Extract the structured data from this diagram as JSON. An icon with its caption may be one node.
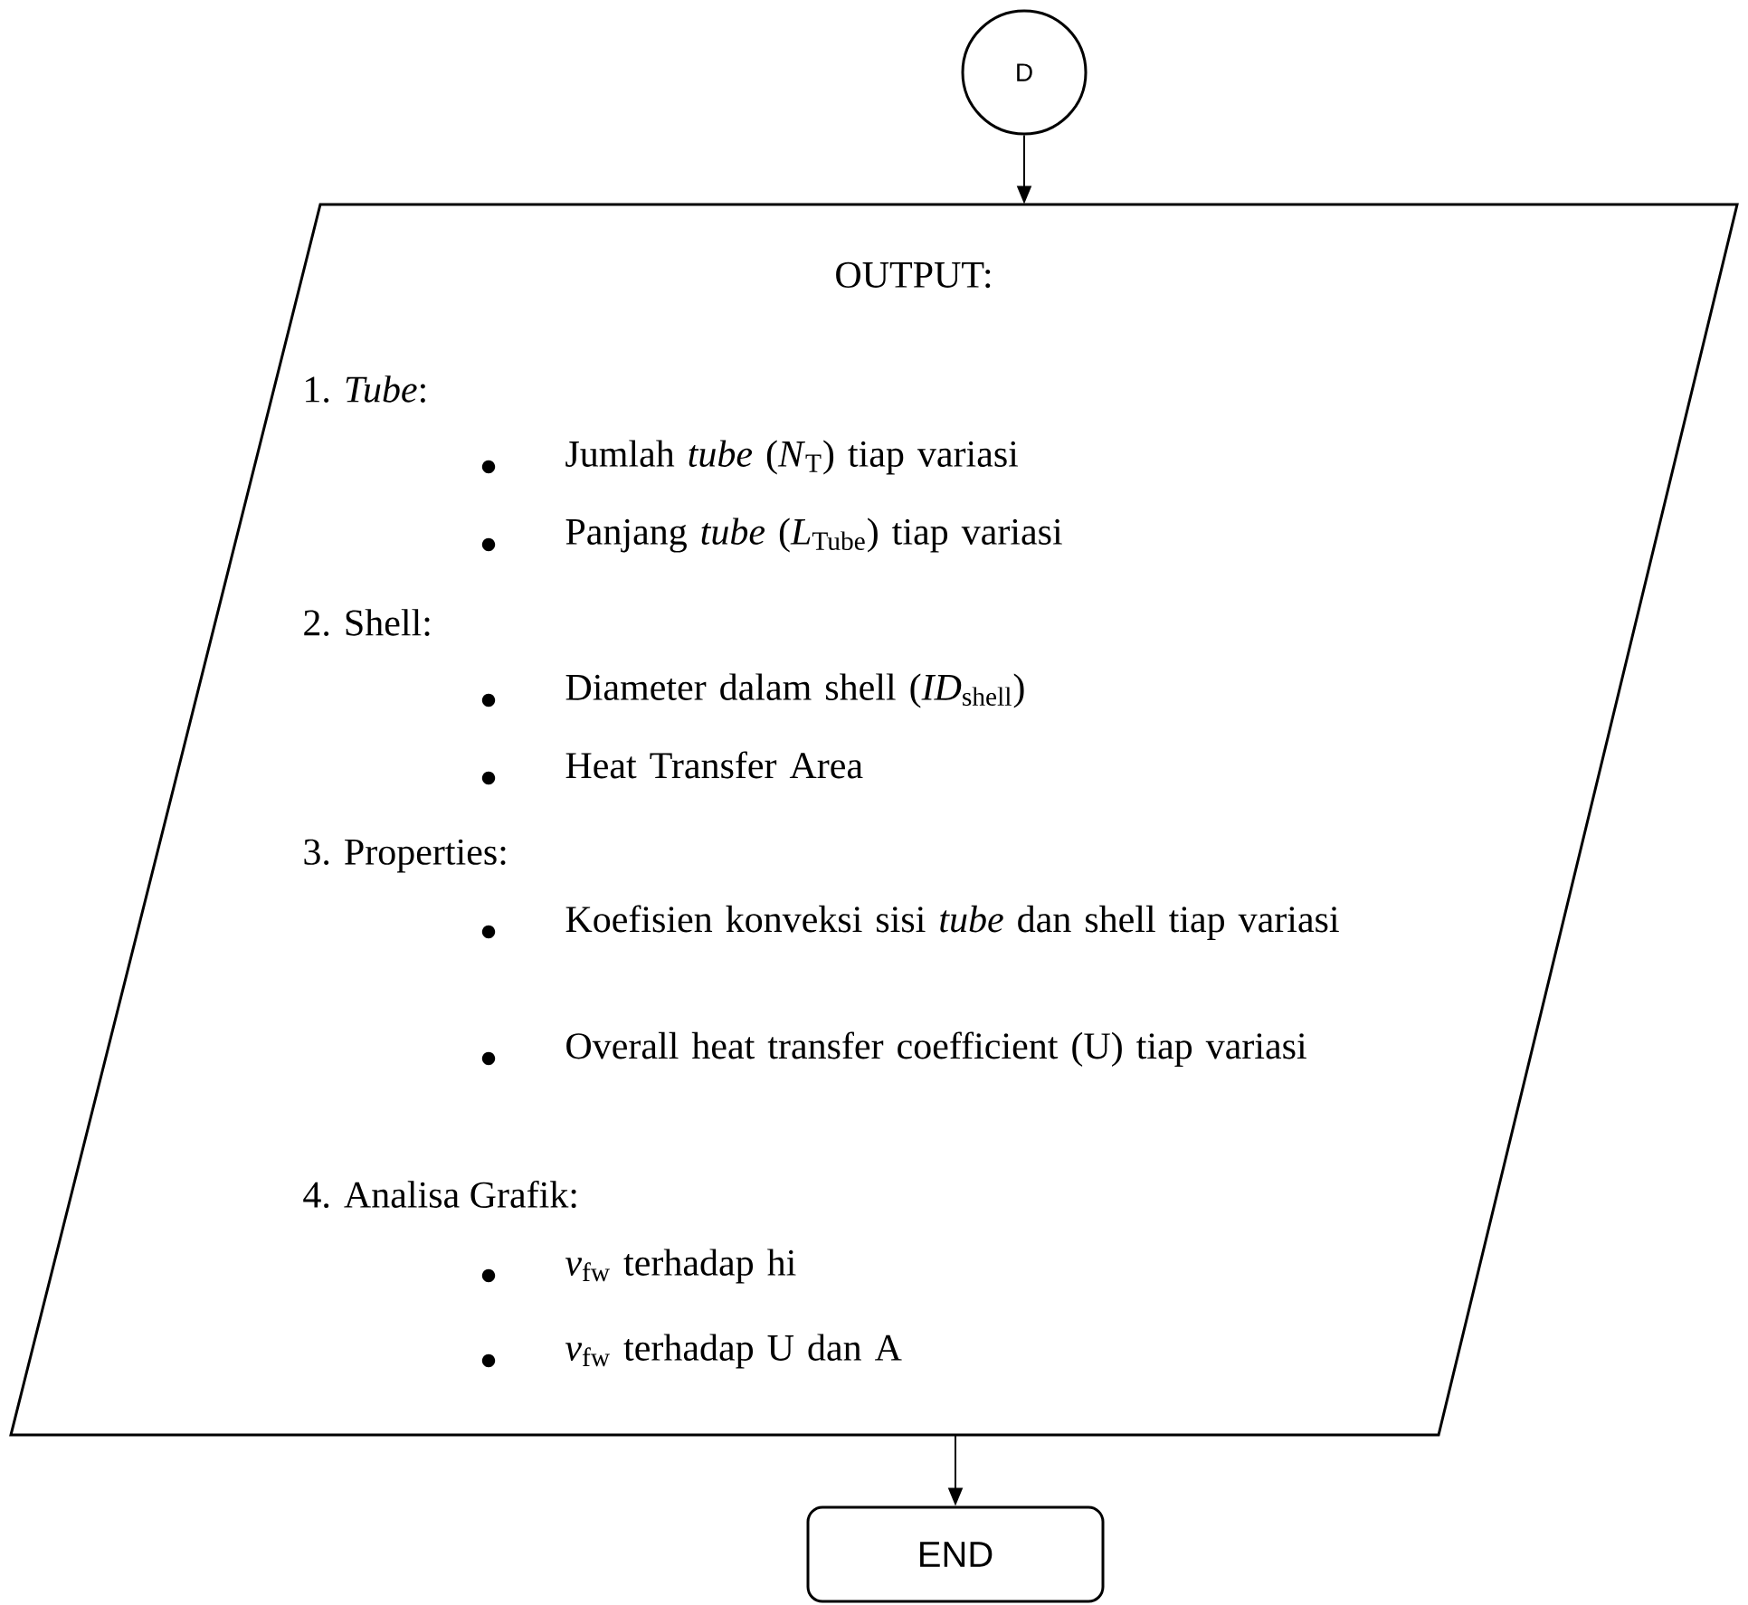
{
  "diagram": {
    "nodes": [
      {
        "text": [
          "D"
        ]
      },
      {
        "text": [
          "OUTPUT:",
          "1. *Tube*:",
          "Jumlah *tube* (*N*$_{T}$) tiap variasi",
          "Panjang *tube* (*L*$_{Tube}$) tiap variasi",
          "2. Shell:",
          "Diameter dalam shell (*ID*$_{shell}$)",
          "Heat Transfer Area",
          "3. Properties:",
          "Koefisien konveksi sisi *tube* dan shell tiap variasi",
          "Overall heat transfer coefficient (U) tiap variasi",
          "4. Analisa Grafik:",
          "*v*$_{fw}$ terhadap hi",
          "*v*$_{fw}$ terhadap U dan A"
        ]
      },
      {
        "text": [
          "END"
        ]
      }
    ],
    "edges": [
      {
        "from": 0,
        "to": 1,
        "arrow": "to"
      },
      {
        "from": 1,
        "to": 2,
        "arrow": "to"
      }
    ]
  }
}
